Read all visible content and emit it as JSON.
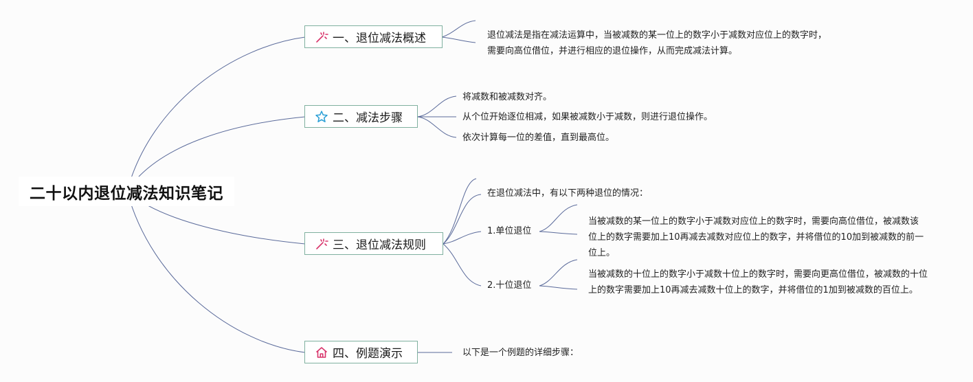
{
  "root": {
    "title": "二十以内退位减法知识笔记"
  },
  "branches": [
    {
      "label": "一、退位减法概述",
      "icon": "magic-wand-icon",
      "children": [
        {
          "text": "退位减法是指在减法运算中，当被减数的某一位上的数字小于减数对应位上的数字时，需要向高位借位，并进行相应的退位操作，从而完成减法计算。"
        }
      ]
    },
    {
      "label": "二、减法步骤",
      "icon": "star-icon",
      "children": [
        {
          "text": "将减数和被减数对齐。"
        },
        {
          "text": "从个位开始逐位相减，如果被减数小于减数，则进行退位操作。"
        },
        {
          "text": "依次计算每一位的差值，直到最高位。"
        }
      ]
    },
    {
      "label": "三、退位减法规则",
      "icon": "magic-wand-icon",
      "children": [
        {
          "text": "在退位减法中，有以下两种退位的情况："
        },
        {
          "text": "1.单位退位",
          "detail": "当被减数的某一位上的数字小于减数对应位上的数字时，需要向高位借位，被减数该位上的数字需要加上10再减去减数对应位上的数字，并将借位的10加到被减数的前一位上。"
        },
        {
          "text": "2.十位退位",
          "detail": "当被减数的十位上的数字小于减数十位上的数字时，需要向更高位借位，被减数的十位上的数字需要加上10再减去减数十位上的数字，并将借位的1加到被减数的百位上。"
        }
      ]
    },
    {
      "label": "四、例题演示",
      "icon": "home-icon",
      "children": [
        {
          "text": "以下是一个例题的详细步骤："
        }
      ]
    }
  ],
  "colors": {
    "line": "#5a6a9a",
    "branch_border": "#7fb09f",
    "wand": "#d8336a",
    "star": "#2a9fd6",
    "home": "#d8336a"
  }
}
